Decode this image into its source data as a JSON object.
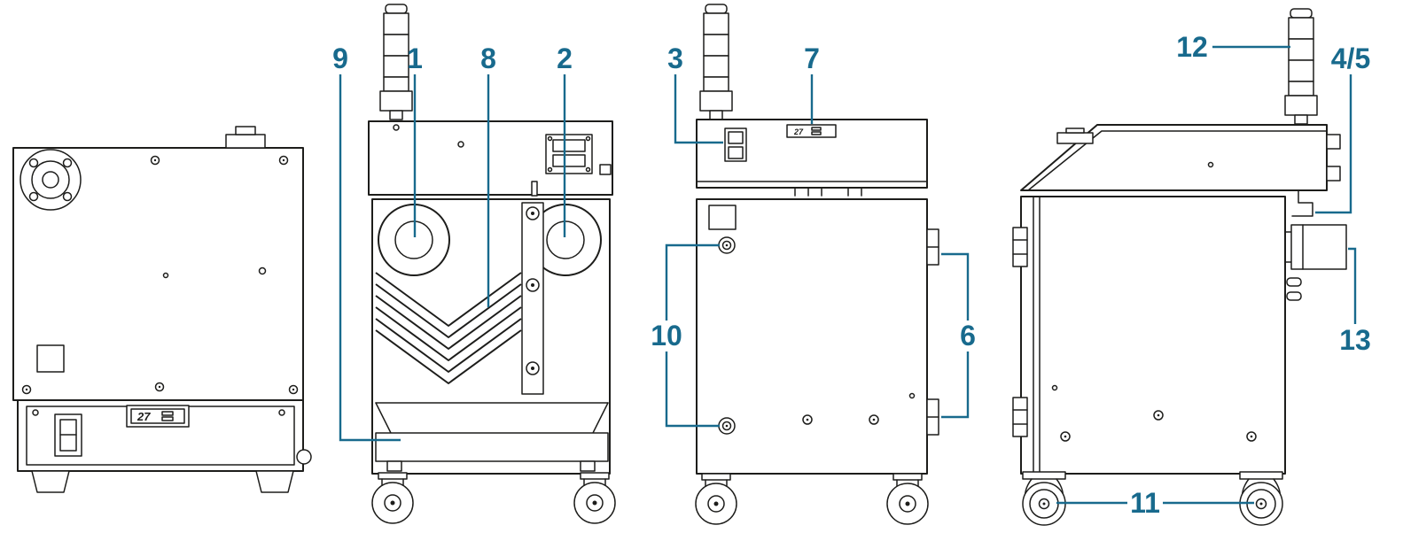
{
  "colors": {
    "callout": "#186A8D",
    "ink": "#1d1d1b",
    "background": "#ffffff"
  },
  "brand": {
    "plate_text": "27"
  },
  "callouts": {
    "c1": {
      "label": "1"
    },
    "c2": {
      "label": "2"
    },
    "c3": {
      "label": "3"
    },
    "c45": {
      "label": "4/5"
    },
    "c6": {
      "label": "6"
    },
    "c7": {
      "label": "7"
    },
    "c8": {
      "label": "8"
    },
    "c9": {
      "label": "9"
    },
    "c10": {
      "label": "10"
    },
    "c11": {
      "label": "11"
    },
    "c12": {
      "label": "12"
    },
    "c13": {
      "label": "13"
    }
  }
}
